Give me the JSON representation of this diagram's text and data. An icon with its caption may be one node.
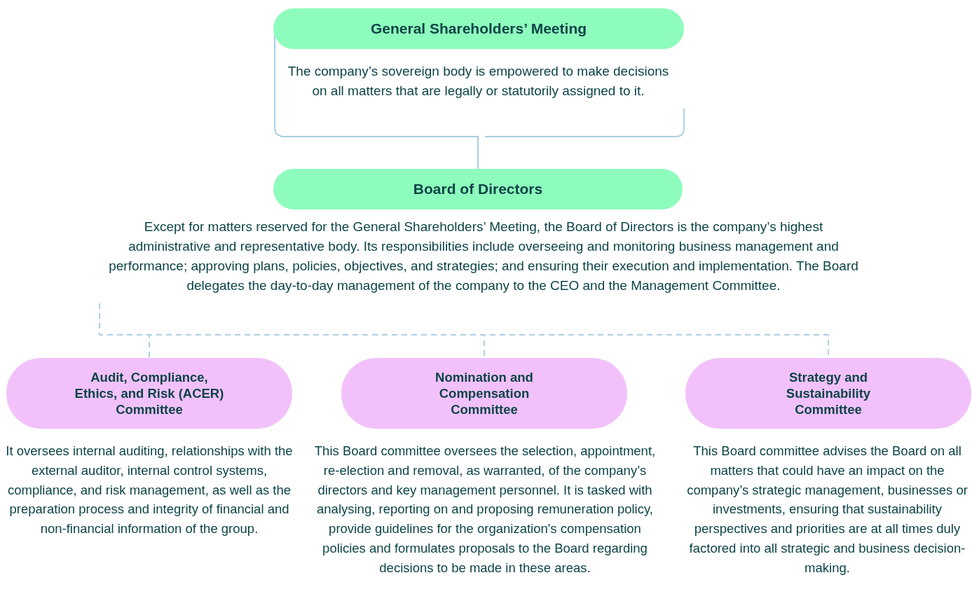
{
  "diagram": {
    "nodes": [
      {
        "text": [
          "General Shareholders’ Meeting"
        ],
        "beside": [
          "The company’s sovereign body is empowered to make decisions on all matters that are legally or statutorily assigned to it."
        ]
      },
      {
        "text": [
          "Board of Directors"
        ],
        "beside": [
          "Except for matters reserved for the General Shareholders’ Meeting, the Board of Directors is the company’s highest administrative and representative body. Its responsibilities include overseeing and monitoring business management and performance; approving plans, policies, objectives, and strategies; and ensuring their execution and implementation. The Board delegates the day-to-day management of the company to the CEO and the Management Committee."
        ]
      },
      {
        "text": [
          "Audit, Compliance, Ethics, and Risk (ACER) Committee"
        ],
        "beside": [
          "It oversees internal auditing, relationships with the external auditor, internal control systems, compliance, and risk management, as well as the preparation process and integrity of financial and non-financial information of the group."
        ]
      },
      {
        "text": [
          "Nomination and Compensation Committee"
        ],
        "beside": [
          "This Board committee oversees the selection, appointment, re-election and removal, as warranted, of the company’s directors and key management personnel. It is tasked with analysing, reporting on and proposing remuneration policy, provide guidelines for the organization's compensation policies and formulates proposals to the Board regarding decisions to be made in these areas."
        ]
      },
      {
        "text": [
          "Strategy and Sustainability Committee"
        ],
        "beside": [
          "This Board committee advises the Board on all matters that could have an impact on the company’s strategic management, businesses or investments, ensuring that sustainability perspectives and priorities are at all times duly factored into all strategic and business decision-making."
        ]
      }
    ],
    "edges": [
      {
        "from": 0,
        "to": 1,
        "arrow": "none"
      },
      {
        "from": 1,
        "to": 2,
        "arrow": "none",
        "style": "dashed"
      },
      {
        "from": 1,
        "to": 3,
        "arrow": "none",
        "style": "dashed"
      },
      {
        "from": 1,
        "to": 4,
        "arrow": "none",
        "style": "dashed"
      }
    ]
  }
}
